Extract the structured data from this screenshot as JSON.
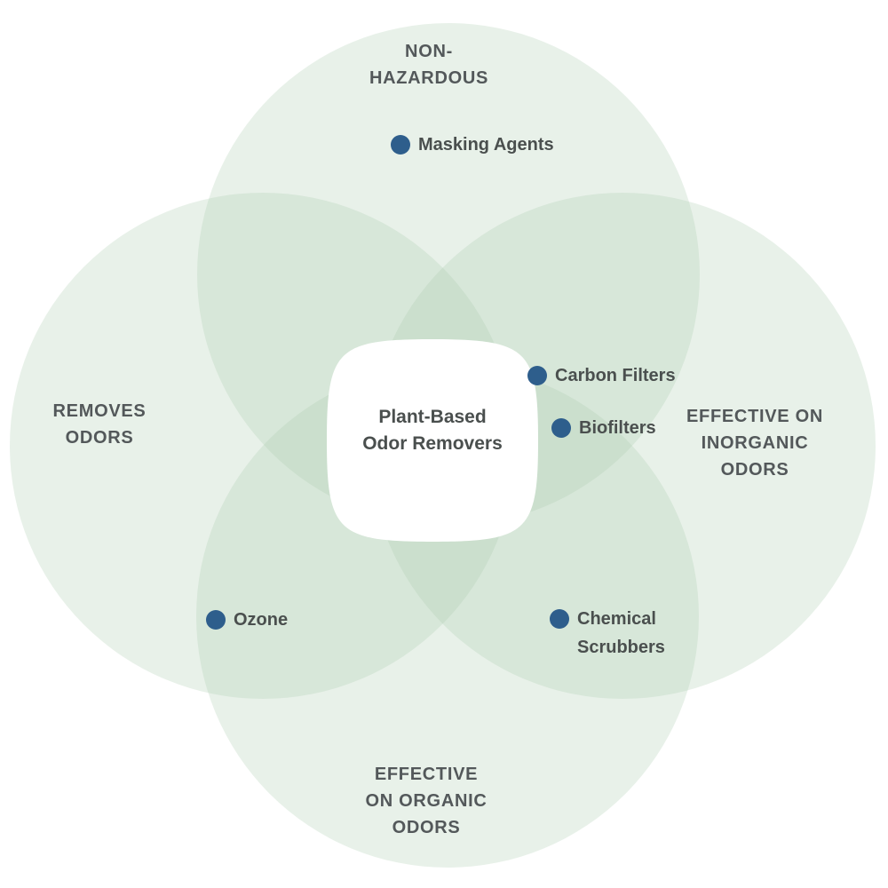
{
  "colors": {
    "background": "#ffffff",
    "circle_fill": "#a9ccaf",
    "circle_single_shade": "#e8f2ea",
    "circle_overlap_shade": "#d8e8db",
    "dot": "#2e5e8c",
    "set_label_text": "#53585a",
    "item_label_text": "#4a4f4e",
    "center_shape": "#ffffff"
  },
  "sets": [
    {
      "id": "non-hazardous",
      "lines": [
        "NON-",
        "HAZARDOUS"
      ]
    },
    {
      "id": "effective-on-inorganic-odors",
      "lines": [
        "EFFECTIVE ON",
        "INORGANIC",
        "ODORS"
      ]
    },
    {
      "id": "effective-on-organic-odors",
      "lines": [
        "EFFECTIVE",
        "ON ORGANIC",
        "ODORS"
      ]
    },
    {
      "id": "removes-odors",
      "lines": [
        "REMOVES",
        "ODORS"
      ]
    }
  ],
  "center_item": {
    "lines": [
      "Plant-Based",
      "Odor Removers"
    ]
  },
  "items": [
    {
      "id": "masking-agents",
      "lines": [
        "Masking Agents"
      ]
    },
    {
      "id": "carbon-filters",
      "lines": [
        "Carbon Filters"
      ]
    },
    {
      "id": "biofilters",
      "lines": [
        "Biofilters"
      ]
    },
    {
      "id": "chemical-scrubbers",
      "lines": [
        "Chemical",
        "Scrubbers"
      ]
    },
    {
      "id": "ozone",
      "lines": [
        "Ozone"
      ]
    }
  ]
}
